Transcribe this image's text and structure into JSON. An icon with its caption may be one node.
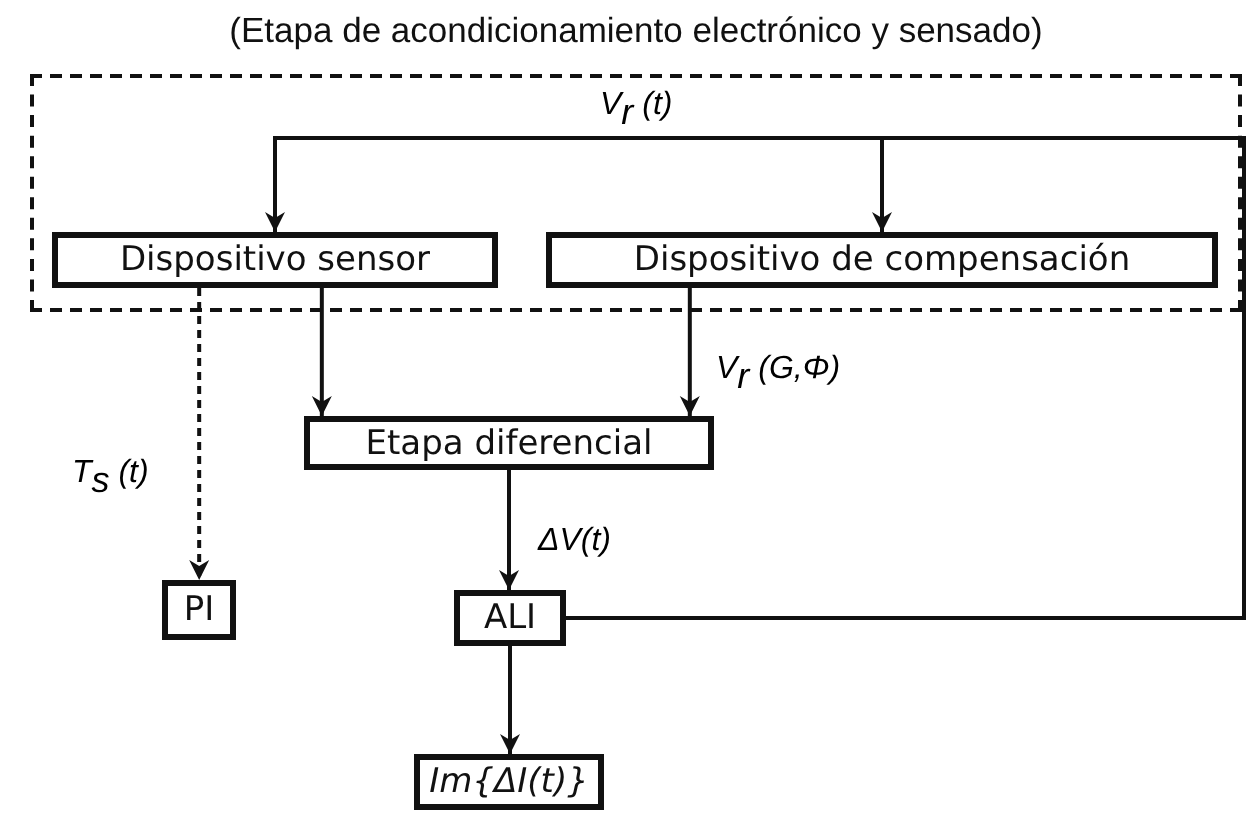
{
  "diagram": {
    "nodes": [
      {
        "text": [
          "(Etapa de acondicionamiento electrónico y sensado)"
        ]
      },
      {
        "text": [
          "Dispositivo sensor"
        ],
        "in": 0
      },
      {
        "text": [
          "Dispositivo de compensación"
        ],
        "in": 0
      },
      {
        "text": [
          "Etapa diferencial"
        ]
      },
      {
        "text": [
          "PI"
        ]
      },
      {
        "text": [
          "ALI"
        ]
      },
      {
        "text": [
          "Im{ΔI(t)}"
        ]
      }
    ],
    "edges": [
      {
        "from": 5,
        "to": 1,
        "arrow": "to",
        "label": "V$_{r}$  (t)"
      },
      {
        "from": 5,
        "to": 2,
        "arrow": "to"
      },
      {
        "from": 1,
        "to": 3,
        "arrow": "to"
      },
      {
        "from": 2,
        "to": 3,
        "arrow": "to",
        "label": "V$_{r}$   (G,Φ)"
      },
      {
        "from": 1,
        "to": 4,
        "arrow": "to",
        "style": "dashed",
        "label": "T$_{s}$ (t)"
      },
      {
        "from": 3,
        "to": 5,
        "arrow": "to",
        "label": "ΔV(t)"
      },
      {
        "from": 5,
        "to": 6,
        "arrow": "to"
      }
    ]
  }
}
